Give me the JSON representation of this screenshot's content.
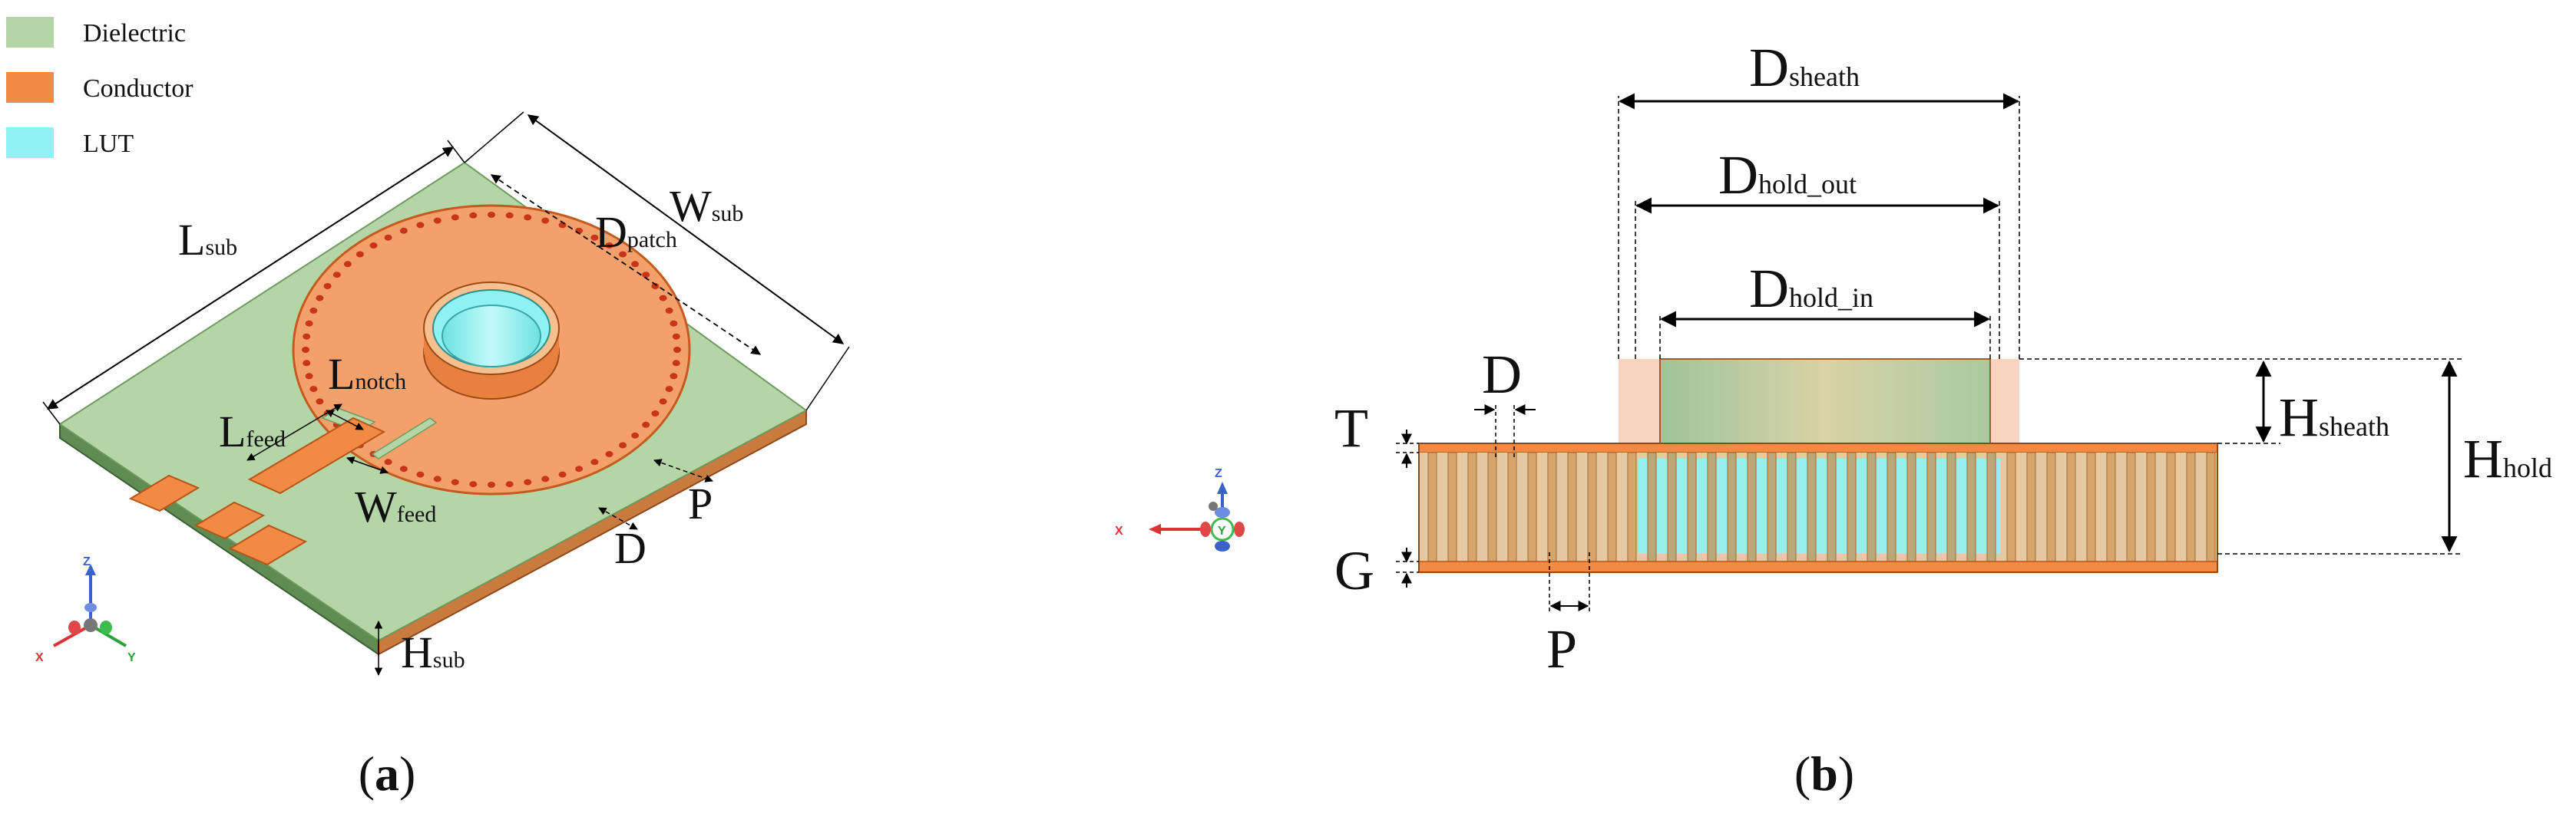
{
  "legend": [
    {
      "label": "Dielectric",
      "color": "#b4d6a6"
    },
    {
      "label": "Conductor",
      "color": "#f08a45"
    },
    {
      "label": "LUT",
      "color": "#8ef2f2"
    }
  ],
  "panel_a": {
    "caption_open": "(",
    "caption_letter": "a",
    "caption_close": ")",
    "labels": {
      "l_sub_main": "L",
      "l_sub_sub": "sub",
      "w_sub_main": "W",
      "w_sub_sub": "sub",
      "d_patch_main": "D",
      "d_patch_sub": "patch",
      "l_notch_main": "L",
      "l_notch_sub": "notch",
      "l_feed_main": "L",
      "l_feed_sub": "feed",
      "w_feed_main": "W",
      "w_feed_sub": "feed",
      "p": "P",
      "d": "D",
      "h_sub_main": "H",
      "h_sub_sub": "sub"
    },
    "axes": {
      "z": "Z",
      "x": "X",
      "y": "Y"
    }
  },
  "panel_b": {
    "caption_open": "(",
    "caption_letter": "b",
    "caption_close": ")",
    "labels": {
      "d_sheath_main": "D",
      "d_sheath_sub": "sheath",
      "d_hold_out_main": "D",
      "d_hold_out_sub": "hold_out",
      "d_hold_in_main": "D",
      "d_hold_in_sub": "hold_in",
      "h_sheath_main": "H",
      "h_sheath_sub": "sheath",
      "h_hold_main": "H",
      "h_hold_sub": "hold",
      "t": "T",
      "d": "D",
      "g": "G",
      "p": "P"
    },
    "axes": {
      "z": "Z",
      "x": "X",
      "y": "Y"
    }
  },
  "colors": {
    "dielectric": "#b4d6a6",
    "conductor": "#f08a45",
    "lut": "#8ef2f2"
  }
}
